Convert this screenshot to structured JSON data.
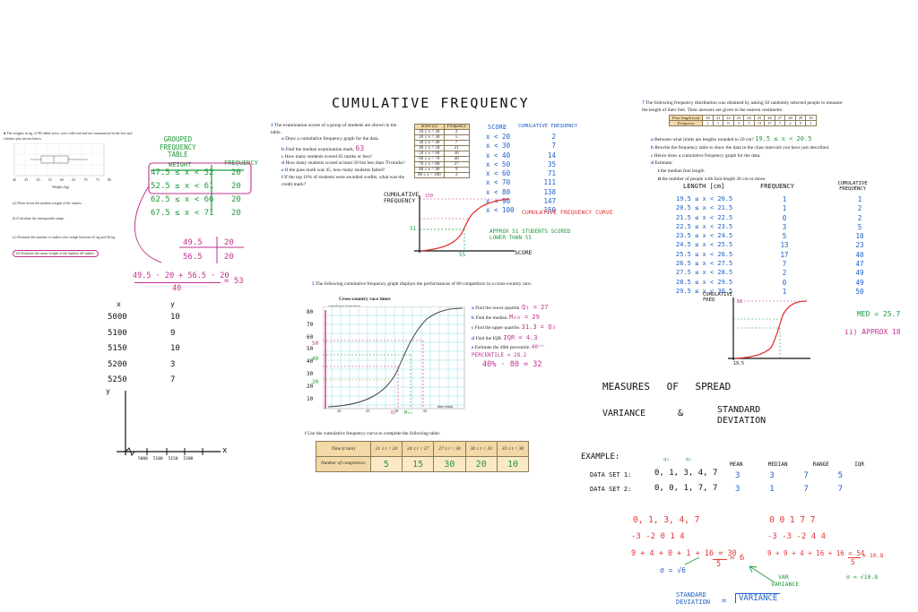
{
  "title": "CUMULATIVE FREQUENCY",
  "left": {
    "question_num": "d",
    "question_text": "The weights in kg, of 90 rabbit sizes, were collected and are summarised in the box and whisker plot shown below.",
    "axis_ticks": [
      "40",
      "45",
      "50",
      "55",
      "60",
      "65",
      "70",
      "75",
      "80"
    ],
    "axis_label": "Weight (kg)",
    "parts": [
      {
        "label": "(a)",
        "text": "Write down the median weight of the snakes."
      },
      {
        "label": "(b)",
        "text": "Calculate the interquartile range."
      },
      {
        "label": "(c)",
        "text": "Estimate the number of snakes who weigh between 61 kg and 66 kg."
      },
      {
        "label": "(d)",
        "text": "Estimate the mean weight of the lightest 40 snakes."
      }
    ],
    "grouped_heading": [
      "GROUPED",
      "FREQUENCY",
      "TABLE"
    ],
    "weight_header": "WEIGHT",
    "freq_header": "FREQUENCY",
    "rows": [
      {
        "range": "47.5 ≤ x < 52",
        "freq": "20"
      },
      {
        "range": "52.5 ≤ x < 61",
        "freq": "20"
      },
      {
        "range": "62.5 ≤ x < 66",
        "freq": "20"
      },
      {
        "range": "67.5 ≤ x < 71",
        "freq": "20"
      }
    ],
    "mid_rows": [
      {
        "mid": "49.5",
        "f": "20"
      },
      {
        "mid": "56.5",
        "f": "20"
      }
    ],
    "mean_calc": "49.5 · 20 + 56.5 · 20",
    "mean_den": "40",
    "mean_result": "= 53",
    "xy_headers": {
      "x": "x",
      "y": "y"
    },
    "xy_rows": [
      {
        "x": "5000",
        "y": "10"
      },
      {
        "x": "5100",
        "y": "9"
      },
      {
        "x": "5150",
        "y": "10"
      },
      {
        "x": "5200",
        "y": "3"
      },
      {
        "x": "5250",
        "y": "7"
      }
    ],
    "graph_x": "x",
    "graph_y": "y",
    "graph_ticks": [
      "5000",
      "5100",
      "5150",
      "5200"
    ]
  },
  "q1": {
    "num": "1",
    "stem": "The examination scores of a group of students are shown in the table.",
    "parts": [
      {
        "l": "a",
        "t": "Draw a cumulative frequency graph for the data."
      },
      {
        "l": "b",
        "t": "Find the median examination mark."
      },
      {
        "l": "c",
        "t": "How many students scored 65 marks or less?"
      },
      {
        "l": "d",
        "t": "How many students scored at least 50 but less than 70 marks?"
      },
      {
        "l": "e",
        "t": "If the pass mark was 45, how many students failed?"
      },
      {
        "l": "f",
        "t": "If the top 16% of students were awarded credits, what was the credit mark?"
      }
    ],
    "answer_b": "63",
    "table_headers": [
      "Score (x)",
      "Frequency"
    ],
    "table_rows": [
      [
        "10 ≤ x < 20",
        "2"
      ],
      [
        "20 ≤ x < 30",
        "5"
      ],
      [
        "30 ≤ x < 40",
        "7"
      ],
      [
        "40 ≤ x < 50",
        "21"
      ],
      [
        "50 ≤ x < 60",
        "36"
      ],
      [
        "60 ≤ x < 70",
        "40"
      ],
      [
        "70 ≤ x < 80",
        "27"
      ],
      [
        "80 ≤ x < 90",
        "9"
      ],
      [
        "90 ≤ x < 100",
        "3"
      ]
    ],
    "score_header": "SCORE",
    "cf_header": "CUMULATIVE FREQUENCY",
    "score_col": [
      "x < 20",
      "x < 30",
      "x < 40",
      "x < 50",
      "x < 60",
      "x < 70",
      "x < 80",
      "x < 90",
      "x < 100"
    ],
    "cf_col": [
      "2",
      "7",
      "14",
      "35",
      "71",
      "111",
      "138",
      "147",
      "150"
    ],
    "graph_ylabel": "CUMULATIVE FREQUENCY",
    "graph_xlabel": "SCORE",
    "graph_y_mark": "51",
    "graph_x_mark": "55",
    "graph_top": "150",
    "curve_label": "CUMULATIVE FREQUENCY CURVE",
    "approx_note": "APPROX 51 STUDENTS SCORED LOWER THAN 55"
  },
  "q5": {
    "num": "5",
    "stem": "The following cumulative frequency graph displays the performances of 80 competitors in a cross-country race.",
    "chart_title": "Cross-country race times",
    "chart_ylabel": "cumulative frequency",
    "chart_xlabel": "time (min)",
    "y_ticks": [
      "80",
      "70",
      "60",
      "50",
      "40",
      "30",
      "20",
      "10"
    ],
    "x_ticks": [
      "20",
      "25",
      "30",
      "35"
    ],
    "marks_left": [
      "80",
      "60",
      "50",
      "40",
      "20"
    ],
    "q_labels": [
      "Q₁",
      "M₀₀",
      "Q₃"
    ],
    "parts": [
      {
        "l": "a",
        "t": "Find the lower quartile.",
        "a": "Q₁ = 27"
      },
      {
        "l": "b",
        "t": "Find the median.",
        "a": "M₀₀ = 29"
      },
      {
        "l": "c",
        "t": "Find the upper quartile.",
        "a": "31.3 = Q₃"
      },
      {
        "l": "d",
        "t": "Find the IQR.",
        "a": "IQR = 4.3"
      },
      {
        "l": "e",
        "t": "Estimate the 40th percentile.",
        "a": "40ᵗʰ PERCENTILE = 28.2"
      }
    ],
    "calc": "40% · 80 = 32"
  },
  "q_f": {
    "label": "f",
    "text": "Use the cumulative frequency curve to complete the following table:",
    "headers": [
      "Time (t min)",
      "21 ≤ t < 24",
      "24 ≤ t < 27",
      "27 ≤ t < 30",
      "30 ≤ t < 33",
      "33 ≤ t < 36"
    ],
    "row_label": "Number of competitors",
    "values": [
      "5",
      "15",
      "30",
      "20",
      "10"
    ]
  },
  "q7": {
    "num": "7",
    "stem": "The following frequency distribution was obtained by asking 50 randomly selected people to measure the length of their feet. Their answers are given to the nearest centimetre.",
    "foot_header": "Foot length (cm)",
    "foot_vals": [
      "20",
      "21",
      "22",
      "23",
      "24",
      "25",
      "26",
      "27",
      "28",
      "29",
      "30"
    ],
    "freq_header": "Frequency",
    "freq_vals": [
      "1",
      "1",
      "0",
      "3",
      "5",
      "13",
      "17",
      "7",
      "2",
      "0",
      "1"
    ],
    "parts": [
      {
        "l": "a",
        "t": "Between what limits are lengths rounded to 20 cm?",
        "a": "19.5 ≤ x < 20.5"
      },
      {
        "l": "b",
        "t": "Rewrite the frequency table to show the data in the class intervals you have just described."
      },
      {
        "l": "c",
        "t": "Hence draw a cumulative frequency graph for the data."
      },
      {
        "l": "d",
        "t": "Estimate:"
      }
    ],
    "sub": [
      {
        "l": "i",
        "t": "the median foot length"
      },
      {
        "l": "ii",
        "t": "the number of people with foot length 26 cm or more."
      }
    ],
    "col_length": "LENGTH [cm]",
    "col_freq": "FREQUENCY",
    "col_cf": "CUMULATIVE FREQUENCY",
    "lengths": [
      "19.5 ≤ x < 20.5",
      "20.5 ≤ x < 21.5",
      "21.5 ≤ x < 22.5",
      "22.5 ≤ x < 23.5",
      "23.5 ≤ x < 24.5",
      "24.5 ≤ x < 25.5",
      "25.5 ≤ x < 26.5",
      "26.5 ≤ x < 27.5",
      "27.5 ≤ x < 28.5",
      "28.5 ≤ x < 29.5",
      "29.5 ≤ x < 30.5"
    ],
    "freqs": [
      "1",
      "1",
      "0",
      "3",
      "5",
      "13",
      "17",
      "7",
      "2",
      "0",
      "1"
    ],
    "cfs": [
      "1",
      "2",
      "2",
      "5",
      "10",
      "23",
      "40",
      "47",
      "49",
      "49",
      "50"
    ],
    "graph_ylabel": "CUMULATIVE FREQ",
    "graph_top": "50",
    "graph_x": "19.5",
    "med": "MED = 25.7",
    "approx": "ii) APPROX 18"
  },
  "spread": {
    "heading": "MEASURES OF SPREAD",
    "variance": "VARIANCE",
    "amp": "&",
    "stddev": "STANDARD DEVIATION",
    "example": "EXAMPLE:",
    "col_heads": [
      "MEAN",
      "MEDIAN",
      "RANGE",
      "IQR"
    ],
    "set1_label": "DATA SET 1:",
    "set1": "0, 1, 3, 4, 7",
    "set1_q": [
      "q₁",
      "q₃"
    ],
    "set1_vals": [
      "3",
      "3",
      "7",
      "5"
    ],
    "set2_label": "DATA SET 2:",
    "set2": "0, 0, 1, 7, 7",
    "set2_vals": [
      "3",
      "1",
      "7",
      "7"
    ],
    "l_row1": "0, 1, 3, 4, 7",
    "l_row2": "-3  -2  0  1  4",
    "l_row3": "9 + 4 + 0 + 1 + 16 = 30",
    "l_frac_den": "5",
    "l_res": "= 6",
    "l_sigma": "σ = √6",
    "r_row1": "0  0  1  7  7",
    "r_row2": "-3  -3  -2  4  4",
    "r_row3": "9 + 9 + 4 + 16 + 16 = 54",
    "r_frac_den": "5",
    "r_res": "= 10.8",
    "r_sigma": "σ = √10.8",
    "var_arrow_label": "VAR",
    "variance_label": "VARIANCE",
    "sd_label": "STANDARD DEVIATION",
    "sd_eq": "=",
    "sd_rhs": "VARIANCE"
  }
}
